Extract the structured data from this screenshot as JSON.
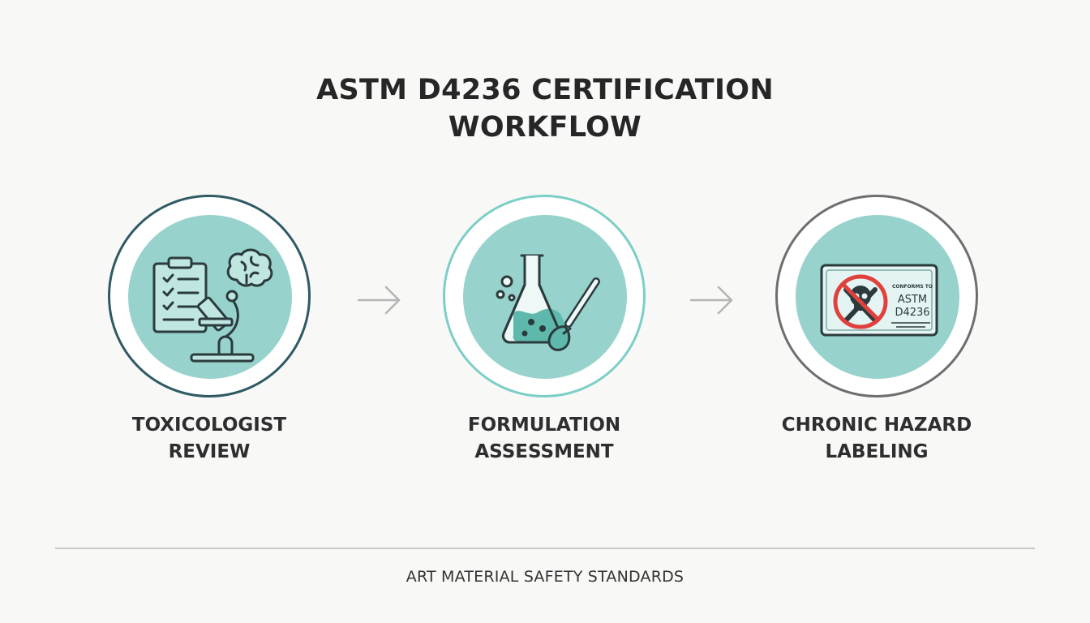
{
  "title": {
    "line1": "ASTM D4236 CERTIFICATION",
    "line2": "WORKFLOW"
  },
  "steps": [
    {
      "icon": "clipboard-microscope-brain-icon",
      "label_line1": "TOXICOLOGIST",
      "label_line2": "REVIEW",
      "ring_color": "#2f5a64"
    },
    {
      "icon": "flask-brush-icon",
      "label_line1": "FORMULATION",
      "label_line2": "ASSESSMENT",
      "ring_color": "#7ccfc6"
    },
    {
      "icon": "hazard-label-icon",
      "label_line1": "CHRONIC HAZARD",
      "label_line2": "LABELING",
      "ring_color": "#6e6e6e",
      "badge_small_text": "CONFORMS TO",
      "badge_line1": "ASTM",
      "badge_line2": "D4236"
    }
  ],
  "footer": "ART MATERIAL SAFETY STANDARDS",
  "colors": {
    "disc_fill": "#97d3cc",
    "icon_stroke": "#2b3b3d",
    "prohibition": "#e0413d",
    "arrow": "#b5b5b5"
  }
}
